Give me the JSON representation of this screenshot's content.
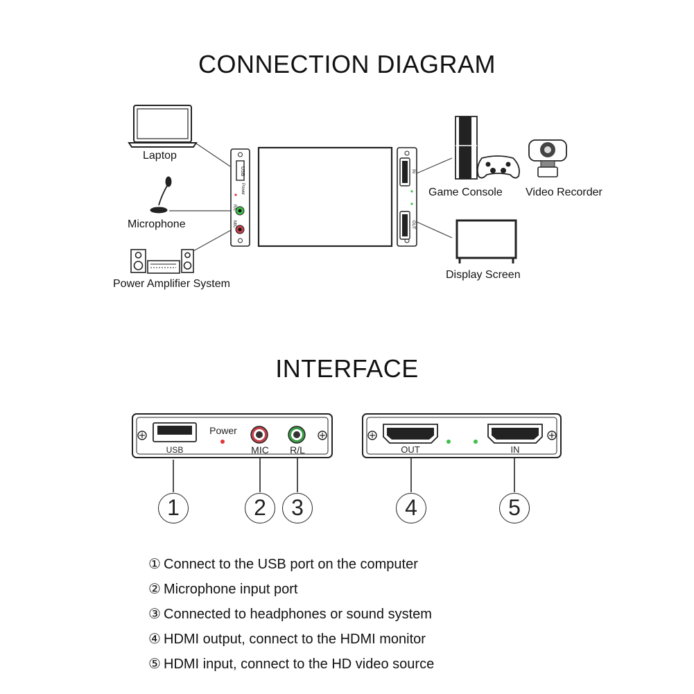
{
  "titles": {
    "connection": "CONNECTION DIAGRAM",
    "interface": "INTERFACE"
  },
  "devices": {
    "laptop": "Laptop",
    "microphone": "Microphone",
    "amplifier": "Power Amplifier System",
    "game_console": "Game Console",
    "video_recorder": "Video Recorder",
    "display_screen": "Display Screen"
  },
  "side_panel_small": {
    "left_usb": "USB",
    "left_power": "Power",
    "left_mic": "MIC",
    "left_rl": "R/L",
    "right_in": "IN",
    "right_out": "OUT"
  },
  "interface_panel": {
    "usb": "USB",
    "power": "Power",
    "mic": "MIC",
    "rl": "R/L",
    "out": "OUT",
    "in": "IN"
  },
  "callouts": [
    "1",
    "2",
    "3",
    "4",
    "5"
  ],
  "descriptions": [
    {
      "mark": "①",
      "text": "Connect to the USB port on the computer"
    },
    {
      "mark": "②",
      "text": "Microphone input port"
    },
    {
      "mark": "③",
      "text": "Connected to headphones or sound system"
    },
    {
      "mark": "④",
      "text": "HDMI output, connect to the HDMI monitor"
    },
    {
      "mark": "⑤",
      "text": "HDMI input, connect to the HD video source"
    }
  ],
  "colors": {
    "led_red": "#e0333a",
    "led_green": "#3fbf4a",
    "mic_ring": "#c2424a",
    "rl_ring": "#3a9a45"
  }
}
